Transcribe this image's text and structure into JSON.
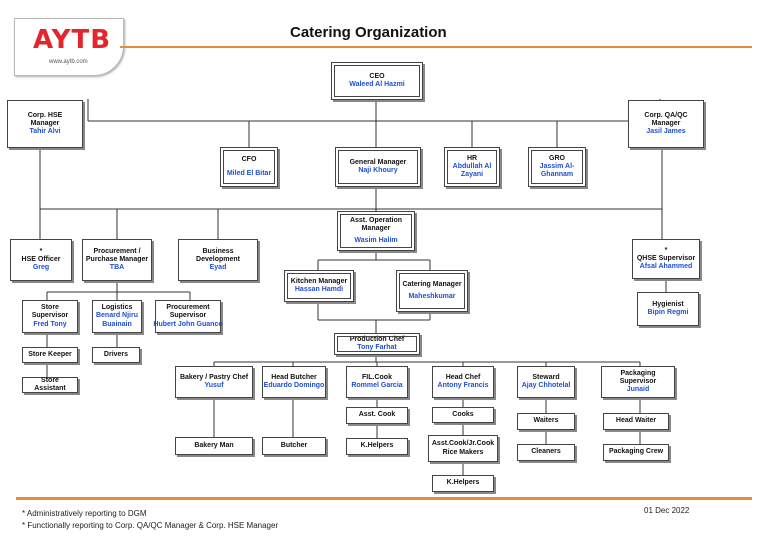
{
  "header": {
    "title": "Catering Organization",
    "logo_text": "AYTB",
    "logo_url": "www.aytb.com"
  },
  "nodes": {
    "ceo": {
      "title": "CEO",
      "name": "Waleed Al Hazmi"
    },
    "hse_mgr": {
      "title": "Corp. HSE Manager",
      "name": "Tahir Alvi"
    },
    "qa_mgr": {
      "title": "Corp. QA/QC Manager",
      "name": "Jasil James"
    },
    "cfo": {
      "title": "CFO",
      "name": "Miled El Bitar"
    },
    "gm": {
      "title": "General Manager",
      "name": "Naji Khoury"
    },
    "hr": {
      "title": "HR",
      "name": "Abdullah Al Zayani"
    },
    "gro": {
      "title": "GRO",
      "name": "Jassim Al-Ghannam"
    },
    "hse_officer": {
      "mark": "*",
      "title": "HSE Officer",
      "name": "Greg"
    },
    "procurement": {
      "title": "Procurement / Purchase Manager",
      "name": "TBA"
    },
    "bizdev": {
      "title": "Business Development",
      "name": "Eyad"
    },
    "asst_ops": {
      "title": "Asst. Operation Manager",
      "name": "Wasim Halim"
    },
    "qhse_sup": {
      "mark": "*",
      "title": "QHSE Supervisor",
      "name": "Afsal Ahammed"
    },
    "kitchen_mgr": {
      "title": "Kitchen Manager",
      "name": "Hassan Hamdi"
    },
    "catering_mgr": {
      "title": "Catering Manager",
      "name": "Maheshkumar"
    },
    "hygienist": {
      "title": "Hygienist",
      "name": "Bipin Regmi"
    },
    "store_sup": {
      "title": "Store Supervisor",
      "name": "Fred Tony"
    },
    "logistics": {
      "title": "Logistics",
      "name": "Benard Njiru Buainain"
    },
    "proc_sup": {
      "title": "Procurement Supervisor",
      "name": "Hubert John Guanco"
    },
    "store_keeper": {
      "title": "Store Keeper"
    },
    "store_asst": {
      "title": "Store Assistant"
    },
    "drivers": {
      "title": "Drivers"
    },
    "prod_chef": {
      "title": "Production Chef",
      "name": "Tony Farhat"
    },
    "bakery_chef": {
      "title": "Bakery / Pastry Chef",
      "name": "Yusuf"
    },
    "head_butcher": {
      "title": "Head Butcher",
      "name": "Eduardo Domingo"
    },
    "fil_cook": {
      "title": "FIL.Cook",
      "name": "Rommel Garcia"
    },
    "head_chef": {
      "title": "Head Chef",
      "name": "Antony Francis"
    },
    "steward": {
      "title": "Steward",
      "name": "Ajay Chhotelal"
    },
    "pack_sup": {
      "title": "Packaging Supervisor",
      "name": "Junaid"
    },
    "asst_cook": {
      "title": "Asst. Cook"
    },
    "k_helpers1": {
      "title": "K.Helpers"
    },
    "cooks": {
      "title": "Cooks"
    },
    "asst_jr_cook": {
      "title": "Asst.Cook/Jr.Cook Rice Makers"
    },
    "k_helpers2": {
      "title": "K.Helpers"
    },
    "waiters": {
      "title": "Waiters"
    },
    "cleaners": {
      "title": "Cleaners"
    },
    "head_waiter": {
      "title": "Head Waiter"
    },
    "pack_crew": {
      "title": "Packaging Crew"
    },
    "bakery_man": {
      "title": "Bakery Man"
    },
    "butcher": {
      "title": "Butcher"
    }
  },
  "footer": {
    "note1": "* Administratively reporting to DGM",
    "note2": "* Functionally reporting to Corp. QA/QC Manager & Corp. HSE Manager",
    "date": "01 Dec 2022"
  },
  "colors": {
    "accent": "#e88a3a",
    "name_text": "#1f4fd1",
    "logo": "#e3262b"
  }
}
